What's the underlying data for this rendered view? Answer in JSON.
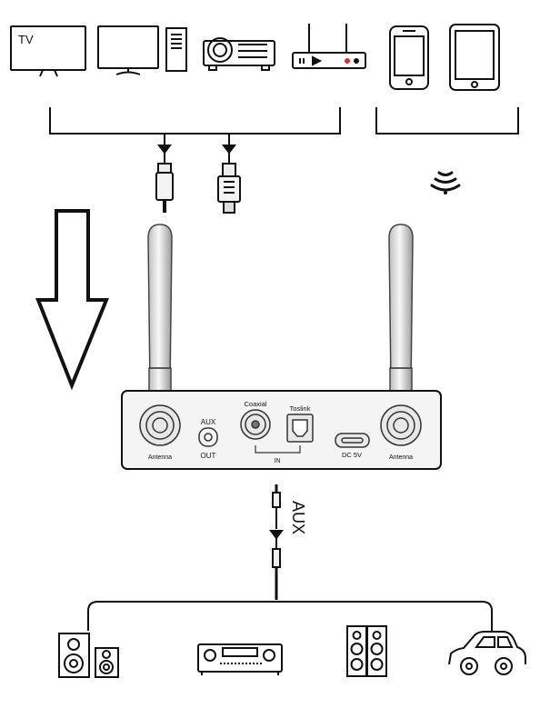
{
  "devices_top": {
    "tv_label": "TV",
    "icons": [
      "tv-icon",
      "monitor-icon",
      "pc-tower-icon",
      "projector-icon",
      "router-icon",
      "smartphone-icon",
      "tablet-icon"
    ]
  },
  "adapter": {
    "aux_top": "AUX",
    "aux_bottom": "OUT",
    "coaxial": "Coaxial",
    "toslink": "Toslink",
    "in": "IN",
    "dc": "DC 5V",
    "antenna_left": "Antenna",
    "antenna_right": "Antenna"
  },
  "aux_cable_label": "AUX",
  "devices_bottom": {
    "icons": [
      "bookshelf-speakers-icon",
      "av-receiver-icon",
      "tower-speakers-icon",
      "car-icon"
    ]
  },
  "colors": {
    "line": "#111111",
    "panel": "#f4f4f4"
  }
}
